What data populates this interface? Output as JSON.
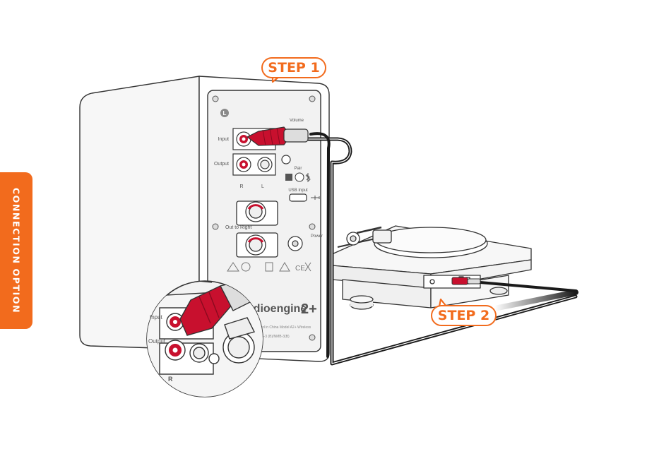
{
  "side_tab": {
    "label": "CONNECTION OPTION"
  },
  "callouts": {
    "step1": "STEP 1",
    "step2": "STEP 2"
  },
  "speaker_panel": {
    "channel": "L",
    "input": "Input",
    "output": "Output",
    "volume": "Volume",
    "right": "R",
    "left": "L",
    "pair": "Pair",
    "usb_input": "USB Input",
    "out_to_right": "Out to Right",
    "power": "Power",
    "brand": "audioengine",
    "model": "2+",
    "fine_print_1": "Assembled in China Model A2+ Wireless",
    "fine_print_2": "CAN ICES-3 (B)/NMB-3(B)"
  },
  "zoom_inset": {
    "input": "Input",
    "output": "Output",
    "right": "R"
  },
  "colors": {
    "accent": "#f26b1d",
    "rca_red": "#c8102e",
    "cable": "#1a1a1a",
    "line_art": "#333333"
  },
  "icons": [
    "audio-cable-icon",
    "bluetooth-icon",
    "usb-icon"
  ]
}
